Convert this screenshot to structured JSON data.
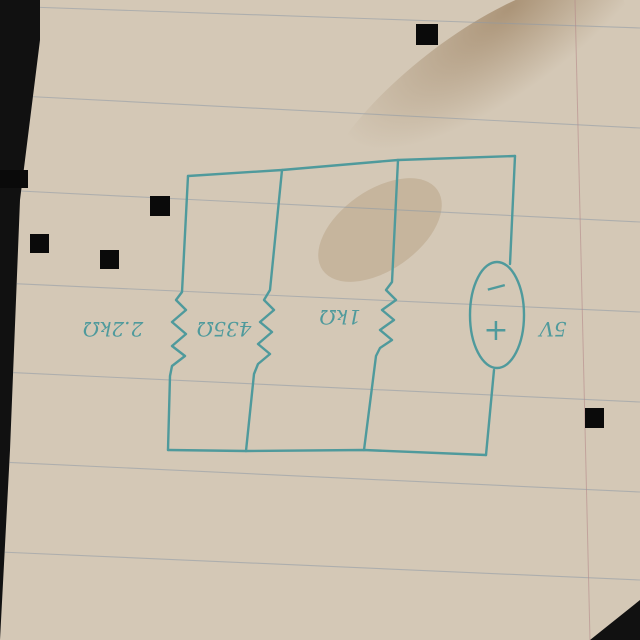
{
  "diagram": {
    "resistors": [
      {
        "label": "2.2kΩ"
      },
      {
        "label": "435Ω"
      },
      {
        "label": "1kΩ"
      }
    ],
    "source": {
      "label": "5V",
      "plus_symbol": "+",
      "minus_symbol": "−"
    }
  },
  "colors": {
    "ink": "#4f9a9c",
    "paper": "#d4c8b6",
    "rule_line": "#8f9aa6",
    "background": "#111111"
  }
}
